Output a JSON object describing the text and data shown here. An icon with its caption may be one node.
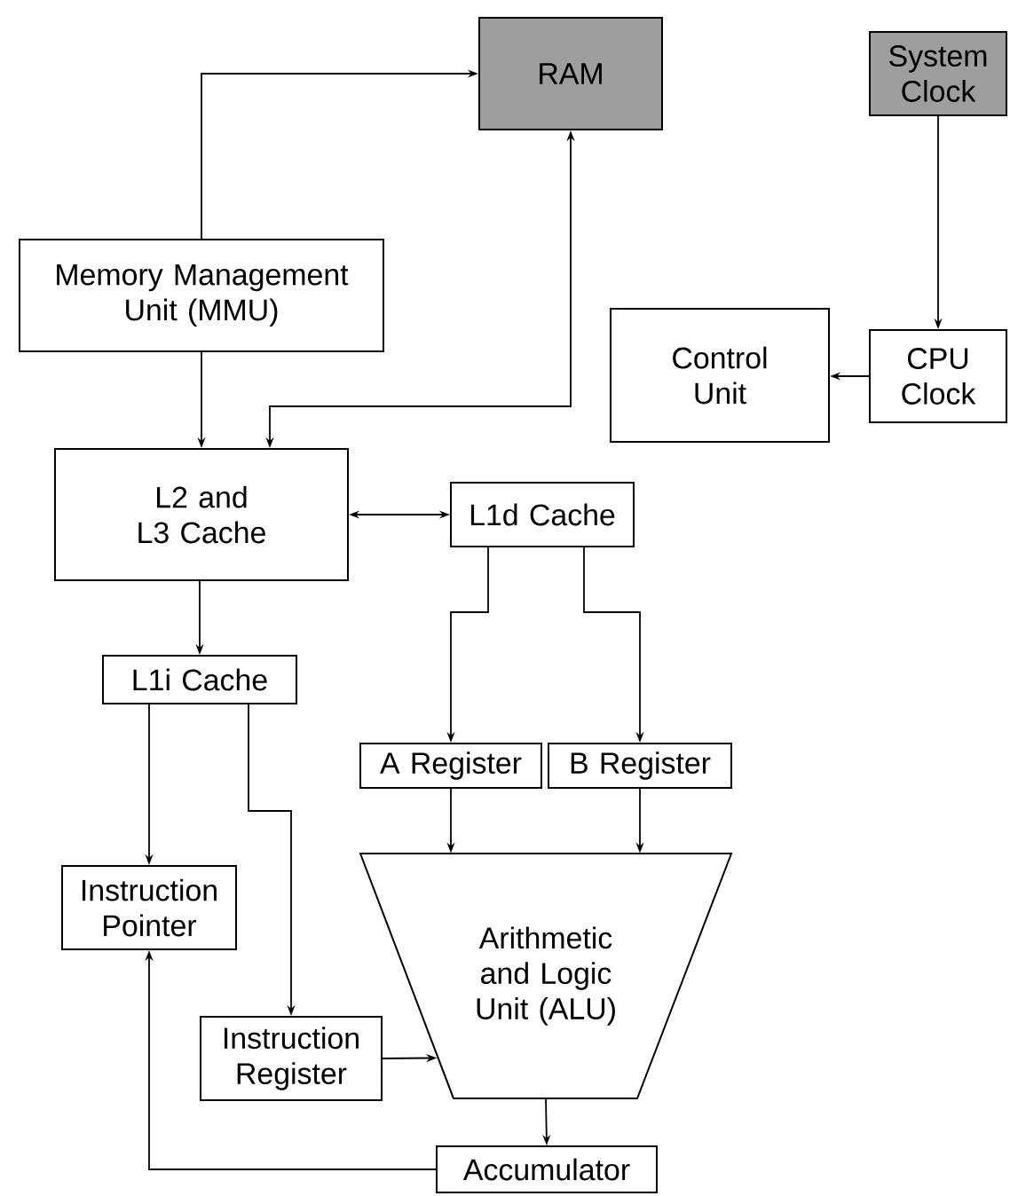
{
  "diagram": {
    "nodes": [
      {
        "text": [
          "RAM"
        ]
      },
      {
        "text": [
          "System Clock"
        ]
      },
      {
        "text": [
          "Memory Management Unit (MMU)"
        ]
      },
      {
        "text": [
          "Control Unit"
        ]
      },
      {
        "text": [
          "CPU Clock"
        ]
      },
      {
        "text": [
          "L2 and L3 Cache"
        ]
      },
      {
        "text": [
          "L1d Cache"
        ]
      },
      {
        "text": [
          "L1i Cache"
        ]
      },
      {
        "text": [
          "A Register"
        ]
      },
      {
        "text": [
          "B Register"
        ]
      },
      {
        "text": [
          "Arithmetic and Logic Unit (ALU)"
        ]
      },
      {
        "text": [
          "Instruction Pointer"
        ]
      },
      {
        "text": [
          "Instruction Register"
        ]
      },
      {
        "text": [
          "Accumulator"
        ]
      }
    ],
    "edges": [
      {
        "from": 2,
        "to": 0,
        "arrow": "to"
      },
      {
        "from": 5,
        "to": 0,
        "arrow": "both"
      },
      {
        "from": 2,
        "to": 5,
        "arrow": "to"
      },
      {
        "from": 1,
        "to": 4,
        "arrow": "to"
      },
      {
        "from": 4,
        "to": 3,
        "arrow": "to"
      },
      {
        "from": 5,
        "to": 6,
        "arrow": "both"
      },
      {
        "from": 5,
        "to": 7,
        "arrow": "to"
      },
      {
        "from": 6,
        "to": 8,
        "arrow": "to"
      },
      {
        "from": 6,
        "to": 9,
        "arrow": "to"
      },
      {
        "from": 7,
        "to": 11,
        "arrow": "to"
      },
      {
        "from": 7,
        "to": 12,
        "arrow": "to"
      },
      {
        "from": 8,
        "to": 10,
        "arrow": "to"
      },
      {
        "from": 9,
        "to": 10,
        "arrow": "to"
      },
      {
        "from": 12,
        "to": 10,
        "arrow": "to"
      },
      {
        "from": 10,
        "to": 13,
        "arrow": "to"
      },
      {
        "from": 13,
        "to": 11,
        "arrow": "to"
      }
    ]
  }
}
